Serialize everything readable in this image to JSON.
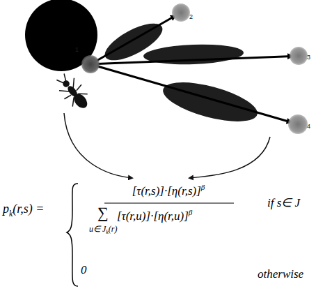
{
  "diagram": {
    "nodes": [
      {
        "text": [
          "1"
        ]
      },
      {
        "text": [
          "2"
        ]
      },
      {
        "text": [
          "3"
        ]
      },
      {
        "text": [
          "4"
        ]
      }
    ],
    "edges": [
      {
        "from": 0,
        "to": 1,
        "arrow": "to"
      },
      {
        "from": 0,
        "to": 2,
        "arrow": "to"
      },
      {
        "from": 0,
        "to": 3,
        "arrow": "to"
      }
    ],
    "labels": [
      "p",
      "k",
      "(r,s) =",
      "[τ(r,s)]",
      "·",
      "[η(r,s)]",
      "β",
      "∑",
      "u∈ J",
      "k",
      "(r)",
      "[τ(r,u)]",
      "·",
      "[η(r,u)]",
      "β",
      "if  s∈ J",
      "0",
      "otherwise"
    ]
  }
}
